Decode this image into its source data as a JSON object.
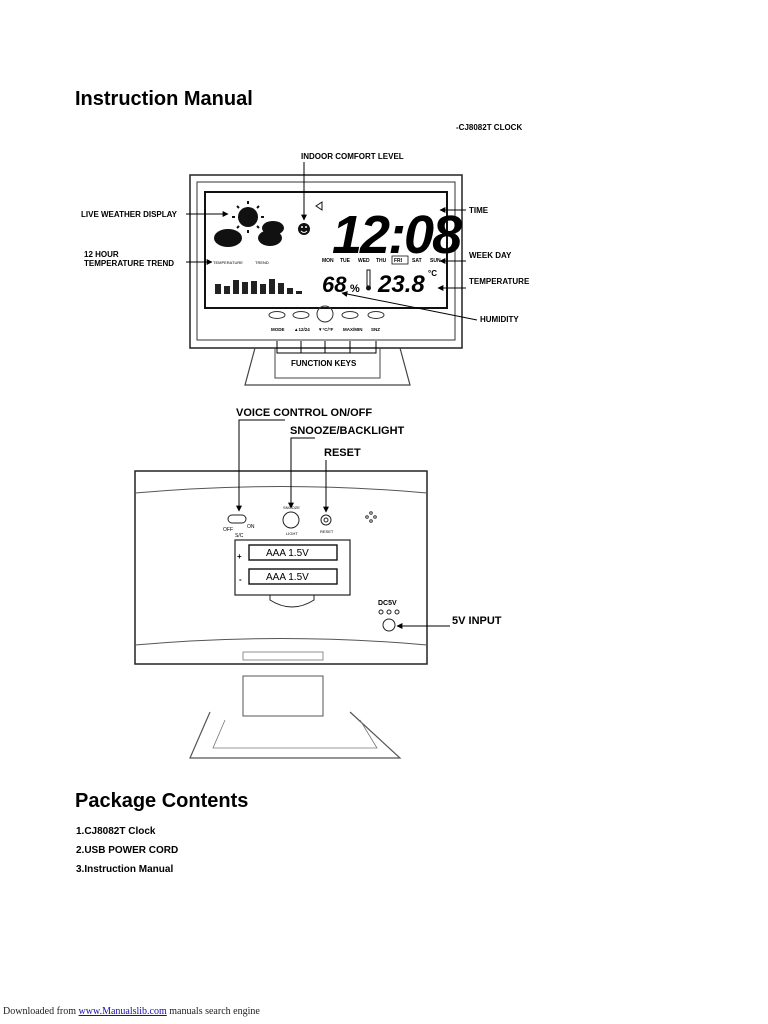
{
  "title": "Instruction Manual",
  "model": "-CJ8082T CLOCK",
  "front": {
    "labels": {
      "indoor_comfort": "INDOOR COMFORT LEVEL",
      "live_weather": "LIVE WEATHER DISPLAY",
      "trend_line1": "12 HOUR",
      "trend_line2": "TEMPERATURE TREND",
      "time": "TIME",
      "week_day": "WEEK DAY",
      "temperature": "TEMPERATURE",
      "humidity": "HUMIDITY",
      "function_keys": "FUNCTION KEYS"
    },
    "display": {
      "clock": "12:08",
      "days": [
        "MON",
        "TUE",
        "WED",
        "THU",
        "FRI",
        "SAT",
        "SUN"
      ],
      "humidity_value": "68",
      "humidity_unit": "%",
      "temperature_value": "23.8",
      "temperature_unit": "°C",
      "trend_caption_left": "TEMPERATURE",
      "trend_caption_right": "TREND"
    },
    "keys": [
      "MODE",
      "▲12/24",
      "▼°C/°F",
      "MAX/MIN",
      "SNZ"
    ]
  },
  "back": {
    "labels": {
      "voice_control": "VOICE CONTROL ON/OFF",
      "snooze_backlight": "SNOOZE/BACKLIGHT",
      "reset": "RESET",
      "input": "5V INPUT"
    },
    "switch_off": "OFF",
    "switch_on": "ON",
    "switch_sub": "S/C",
    "snooze_top": "SNOOZE",
    "snooze_bottom": "LIGHT",
    "reset_small": "RESET",
    "battery1": "AAA 1.5V",
    "battery2": "AAA 1.5V",
    "dc_label": "DC5V"
  },
  "package": {
    "title": "Package Contents",
    "items": [
      "1.CJ8082T Clock",
      "2.USB POWER CORD",
      "3.Instruction Manual"
    ]
  },
  "footer": {
    "prefix": "Downloaded from",
    "link": "www.Manualslib.com",
    "suffix": "manuals search engine"
  }
}
